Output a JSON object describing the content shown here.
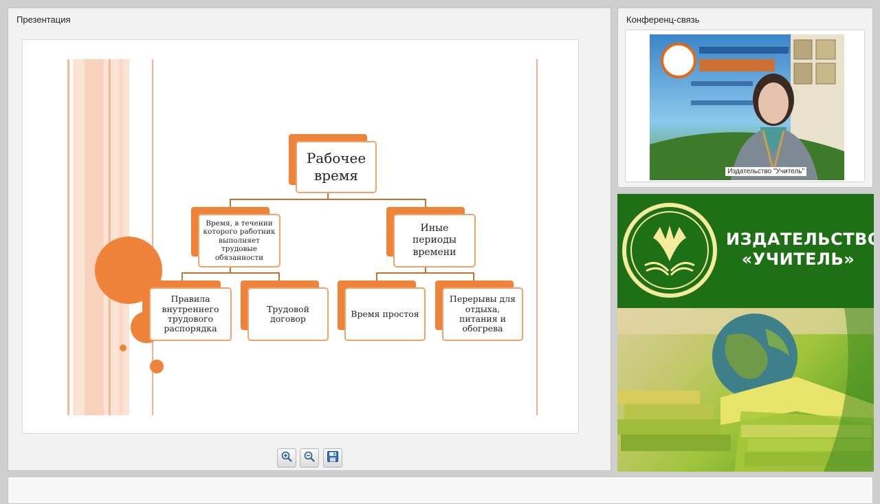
{
  "presentation": {
    "title": "Презентация",
    "slide": {
      "root": "Рабочее\nвремя",
      "left_branch": "Время, в течении\nкоторого работник\nвыполняет\nтрудовые\nобязанности",
      "right_branch": "Иные\nпериоды\nвремени",
      "leaves": [
        "Правила\nвнутреннего\nтрудового\nраспорядка",
        "Трудовой\nдоговор",
        "Время простоя",
        "Перерывы для\nотдыха,\nпитания и\nобогрева"
      ]
    },
    "toolbar": {
      "zoom_in_icon": "zoom-in-icon",
      "zoom_out_icon": "zoom-out-icon",
      "save_icon": "save-icon"
    }
  },
  "conference": {
    "title": "Конференц-связь",
    "participant_name": "Издательство \"Учитель\""
  },
  "publisher": {
    "name_line1": "ИЗДАТЕЛЬСТВО",
    "name_line2": "«УЧИТЕЛЬ»"
  },
  "colors": {
    "accent_orange": "#f0833a",
    "publisher_green": "#1f6f17"
  }
}
